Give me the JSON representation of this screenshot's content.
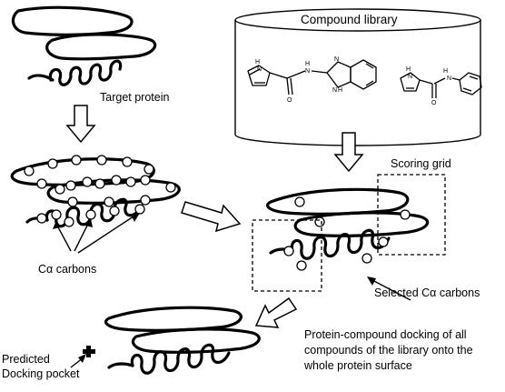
{
  "labels": {
    "compound_library": "Compound library",
    "target_protein": "Target protein",
    "scoring_grid": "Scoring grid",
    "ca_carbons": "Cα carbons",
    "selected_ca_carbons": "Selected Cα carbons",
    "docking_description": [
      "Protein-compound docking of all",
      "compounds of the library onto the",
      "whole protein surface"
    ],
    "predicted_pocket": [
      "Predicted",
      "Docking pocket"
    ]
  },
  "atom_labels": {
    "pyrrole_nh": "H",
    "pyrrole_n": "N",
    "carbonyl_o": "O",
    "amide_nh": "H",
    "amide_n": "N",
    "imidazole_n": "N",
    "imidazole_nh": "N",
    "imidazole_h": "H"
  },
  "colors": {
    "ink": "#000000",
    "background": "#ffffff"
  }
}
